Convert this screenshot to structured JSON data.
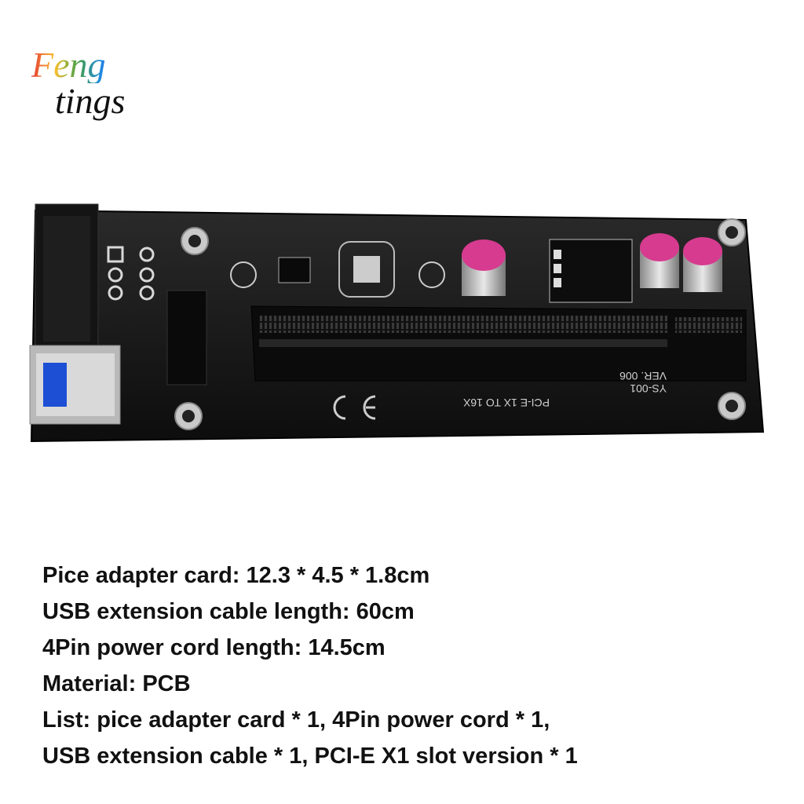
{
  "logo": {
    "line1": "Feng",
    "line2": "tings"
  },
  "board": {
    "silkscreen_model": "YS-001",
    "silkscreen_version": "VER. 006",
    "silkscreen_title": "PCI-E  1X  TO  16X"
  },
  "specs": [
    "Pice adapter card: 12.3 * 4.5 * 1.8cm",
    "USB extension cable length: 60cm",
    "4Pin power cord length: 14.5cm",
    "Material: PCB",
    "List: pice adapter card * 1, 4Pin power cord * 1,",
    "USB extension cable * 1, PCI-E X1 slot version * 1"
  ]
}
